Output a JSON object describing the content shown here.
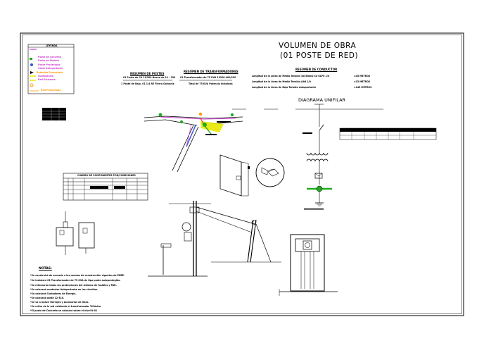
{
  "title": {
    "line1": "VOLUMEN DE OBRA",
    "line2": "(01 POSTE DE RED)"
  },
  "diagram_unifilar": "DIAGRAMA UNIFILAR",
  "legend": {
    "title": "LEYENDA",
    "items": [
      "Poste de Concreto",
      "Poste de Madera",
      "Poste Proyectado",
      "Cable Autoportante",
      "Retenida Proyectada",
      "Subestación",
      "Red Existente",
      "Red Proyectada"
    ]
  },
  "resumen_postes": {
    "title": "RESUMEN DE POSTES",
    "line1": "01 Poste de CA 13/300 Nuevo de 11 - 220",
    "line2": "1 Poste de Baja, 01 1/4 RE Fierro Galvaniz"
  },
  "resumen_transformadores": {
    "title": "RESUMEN DE TRANSFORMADORES",
    "line1": "01 Transformador de 75 KVA 13200-400/230",
    "line2": "Total de 75 KVA Potencia Instalada"
  },
  "resumen_conductor": {
    "title": "RESUMEN DE CONDUCTOR",
    "rows": [
      {
        "label": "Longitud de la Línea de Media Tensión 3x35mm2 Cu-XLPE 1/0",
        "value": "=45 METROS"
      },
      {
        "label": "Longitud de la Línea de Media Tensión AA8 1/0",
        "value": "=15 METROS"
      },
      {
        "label": "Longitud de la Línea de Baja Tensión Autoportante",
        "value": "=145 METROS"
      }
    ]
  },
  "cuadro_title": "CUADRO DE COMPONENTES POR/CONEXIONES",
  "notes": {
    "title": "NOTAS:",
    "lines": [
      "*Se construirá de acuerdo a las normas de construcción vigentes de ENEE.",
      "*Se instalará 01 Transformador de 75 KVA de tipo poste autoprotegido.",
      "*Se reforzarán todas las protecciones del sistema de fusibles y PAR.",
      "*Se colocará conductor Autoportante en los circuitos.",
      "*Se colocará Contadores de Energía.",
      "*Se colocará poste 12-310.",
      "*Se va a incluir Herrajes y Accesorios de Obra.",
      "*Se retira de la red existente el transformador Trifásico.",
      "*El poste de Concreto se colocará sobre el nivel N-01"
    ]
  },
  "colors": {
    "green": "#22aa22",
    "yellow": "#e8e800",
    "orange": "#ff9900",
    "magenta": "#d040d0",
    "blue": "#3355dd",
    "red": "#ee2222"
  },
  "icons": [
    "open-cabinet-icon",
    "light-bulb-icon",
    "meter-icon"
  ]
}
